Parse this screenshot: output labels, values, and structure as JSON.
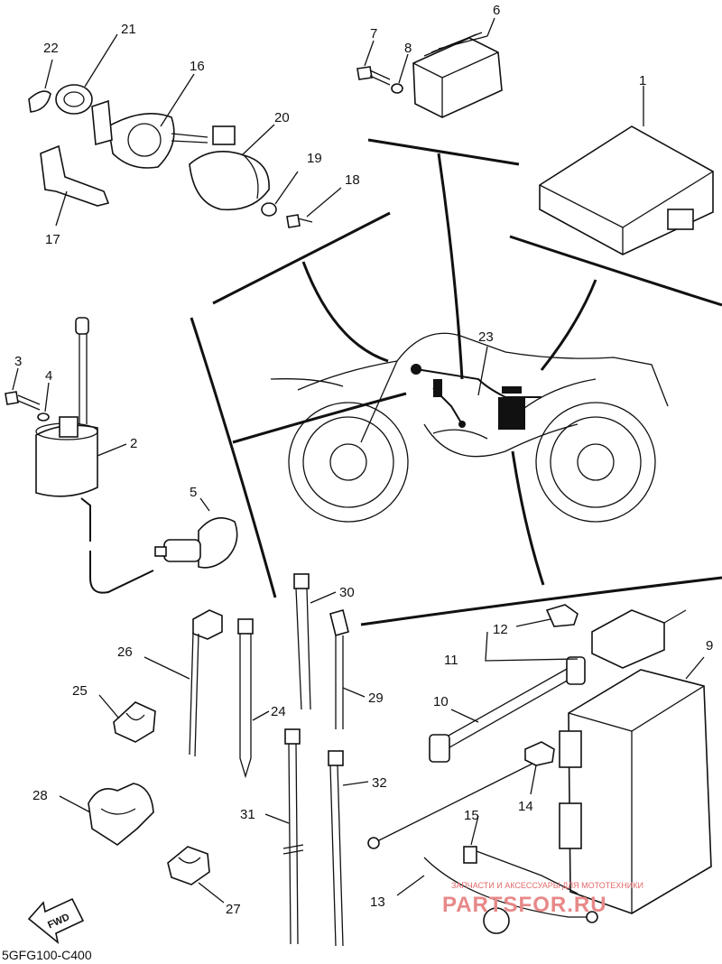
{
  "diagram": {
    "code": "5GFG100-C400",
    "fwd_label": "FWD",
    "watermark": {
      "line1": "ЗАПЧАСТИ И АКСЕССУАРЫ ДЛЯ МОТОТЕХНИКИ",
      "line2": "PARTSFOR.RU"
    },
    "callouts": [
      "1",
      "2",
      "3",
      "4",
      "5",
      "6",
      "7",
      "8",
      "9",
      "10",
      "11",
      "12",
      "13",
      "14",
      "15",
      "16",
      "17",
      "18",
      "19",
      "20",
      "21",
      "22",
      "23",
      "24",
      "25",
      "26",
      "27",
      "28",
      "29",
      "30",
      "31",
      "32"
    ]
  }
}
